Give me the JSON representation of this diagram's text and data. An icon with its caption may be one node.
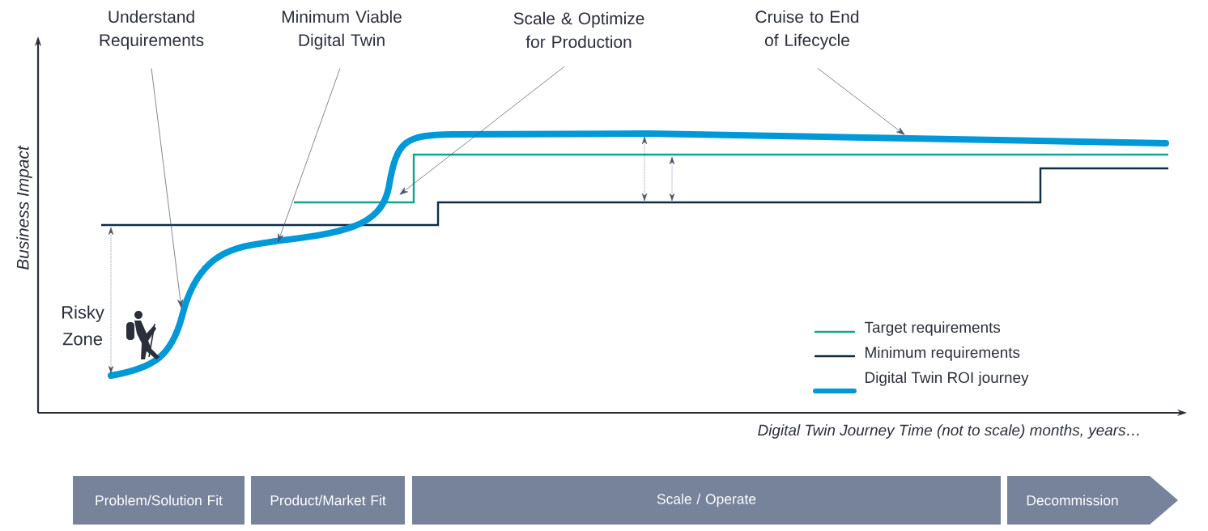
{
  "diagram": {
    "nodes": [
      {
        "text": [
          "Understand Requirements"
        ]
      },
      {
        "text": [
          "Minimum Viable Digital Twin"
        ]
      },
      {
        "text": [
          "Scale & Optimize for Production"
        ]
      },
      {
        "text": [
          "Cruise to End of Lifecycle"
        ]
      },
      {
        "text": [
          "Problem/Solution Fit"
        ]
      },
      {
        "text": [
          "Product/Market Fit"
        ]
      },
      {
        "text": [
          "Scale / Operate"
        ]
      },
      {
        "text": [
          "Decommission"
        ]
      }
    ],
    "edges": [
      {
        "from": 0,
        "to": null,
        "arrow": "to"
      },
      {
        "from": 1,
        "to": null,
        "arrow": "to"
      },
      {
        "from": 2,
        "to": null,
        "arrow": "to"
      },
      {
        "from": 3,
        "to": null,
        "arrow": "to"
      }
    ],
    "labels": [
      "Business Impact",
      "Risky Zone",
      "Digital Twin Journey Time (not to scale) months, years…"
    ],
    "legend": [
      {
        "text": "Target requirements"
      },
      {
        "text": "Minimum requirements"
      },
      {
        "text": "Digital Twin ROI journey"
      }
    ]
  }
}
